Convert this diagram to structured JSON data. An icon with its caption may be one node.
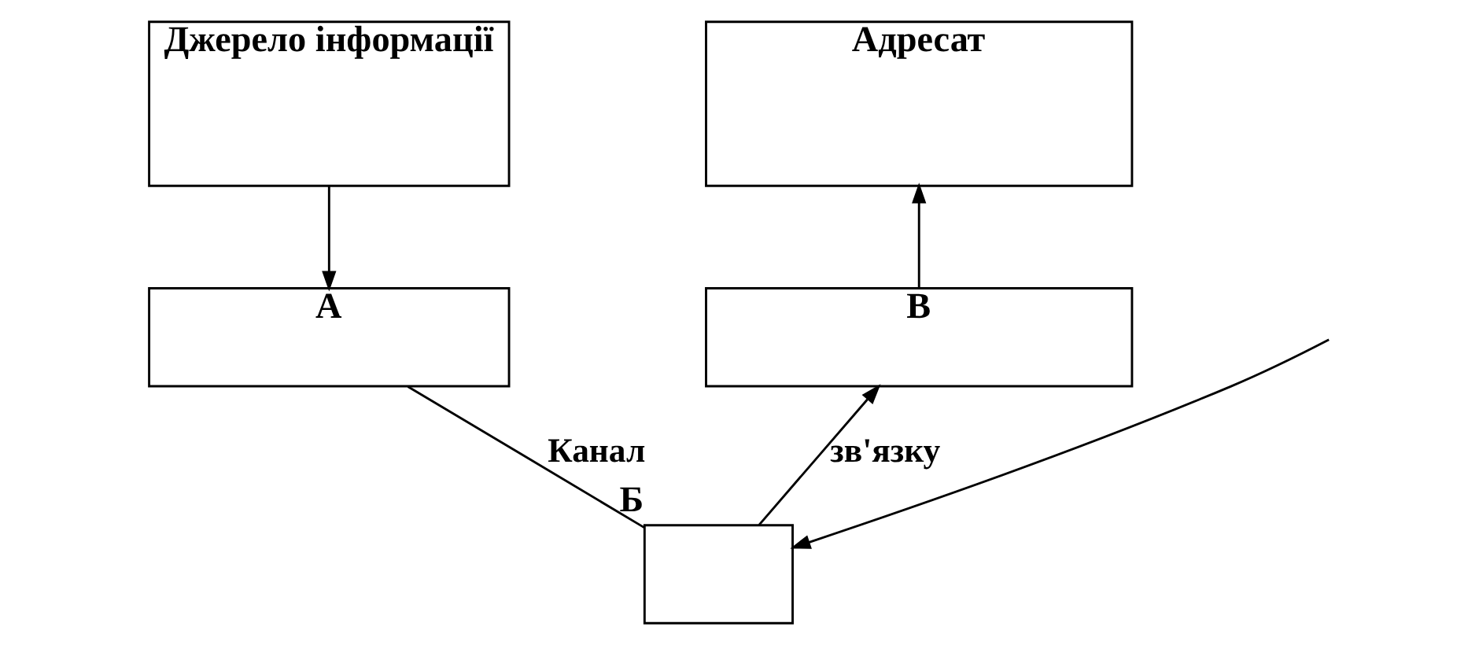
{
  "diagram": {
    "nodes": [
      {
        "text": [
          "Джерело інформації"
        ]
      },
      {
        "text": [
          "Адресат"
        ]
      },
      {
        "text": [
          "А"
        ]
      },
      {
        "text": [
          "В"
        ]
      },
      {
        "text": [],
        "shape": "box",
        "beside": [
          "Б"
        ]
      }
    ],
    "edges": [
      {
        "from": 0,
        "to": 2,
        "arrow": "to"
      },
      {
        "from": 3,
        "to": 1,
        "arrow": "to"
      },
      {
        "from": 2,
        "to": 4,
        "arrow": "none",
        "label": "Канал"
      },
      {
        "from": 4,
        "to": 3,
        "arrow": "to",
        "label": "зв'язку"
      },
      {
        "from": null,
        "to": 4,
        "arrow": "to"
      }
    ]
  }
}
